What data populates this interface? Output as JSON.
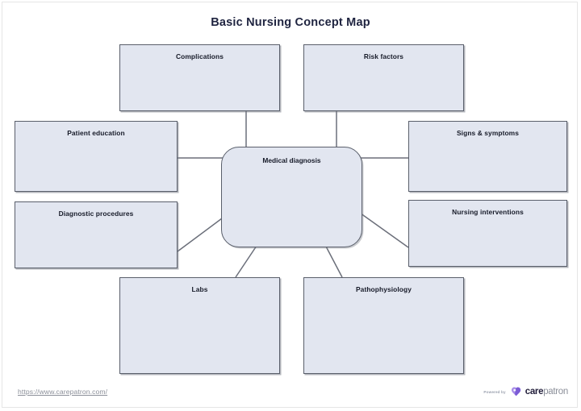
{
  "page": {
    "title": "Basic Nursing Concept Map",
    "background": "#ffffff",
    "title_color": "#1f2440"
  },
  "diagram": {
    "node_fill": "#e2e6f0",
    "node_border": "#5a5f6b",
    "connector_color": "#6b6f7a",
    "central": {
      "label": "Medical diagnosis",
      "shape": "rounded-rectangle"
    },
    "nodes": [
      {
        "id": "complications",
        "label": "Complications",
        "shape": "rectangle"
      },
      {
        "id": "risk-factors",
        "label": "Risk factors",
        "shape": "rectangle"
      },
      {
        "id": "patient-education",
        "label": "Patient education",
        "shape": "rectangle"
      },
      {
        "id": "signs-symptoms",
        "label": "Signs & symptoms",
        "shape": "rectangle"
      },
      {
        "id": "diagnostic-procedures",
        "label": "Diagnostic procedures",
        "shape": "rectangle"
      },
      {
        "id": "nursing-interventions",
        "label": "Nursing interventions",
        "shape": "rectangle"
      },
      {
        "id": "labs",
        "label": "Labs",
        "shape": "rectangle"
      },
      {
        "id": "pathophysiology",
        "label": "Pathophysiology",
        "shape": "rectangle"
      }
    ]
  },
  "footer": {
    "url": "https://www.carepatron.com/",
    "powered_by": "Powered by",
    "brand_bold": "care",
    "brand_light": "patron",
    "brand_color": "#7c5cd6",
    "logo_icon": "carepatron-heart-icon"
  }
}
